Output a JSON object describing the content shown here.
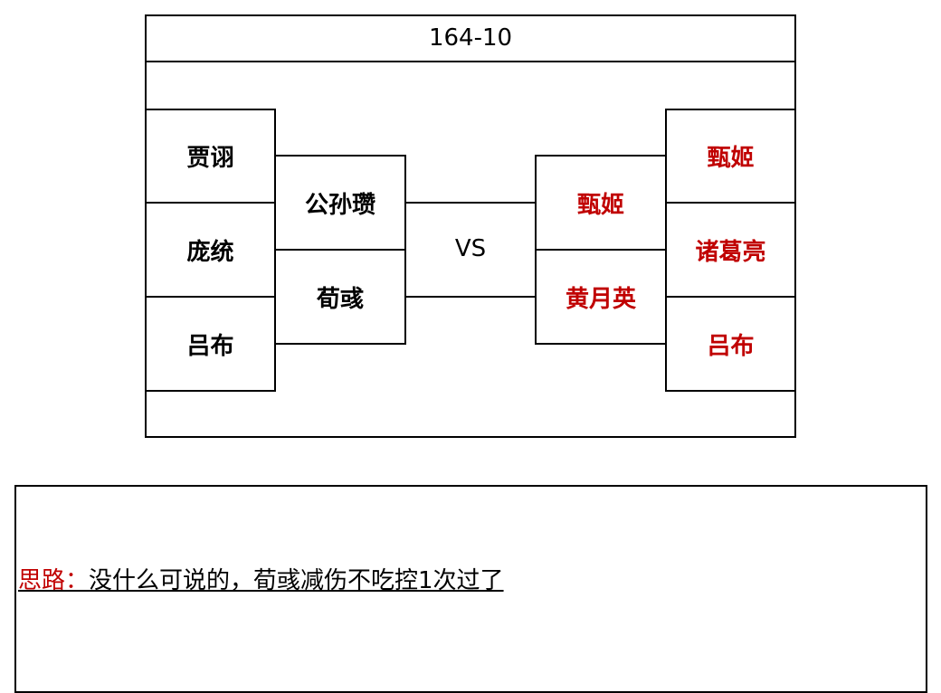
{
  "diagram": {
    "title": "164-10",
    "left_outer": [
      "贾诩",
      "庞统",
      "吕布"
    ],
    "left_inner": [
      "公孙瓒",
      "荀彧"
    ],
    "vs": "VS",
    "right_inner": [
      "甄姬",
      "黄月英"
    ],
    "right_outer": [
      "甄姬",
      "诸葛亮",
      "吕布"
    ]
  },
  "notes": {
    "label": "思路：",
    "text": "没什么可说的，荀彧减伤不吃控1次过了"
  },
  "colors": {
    "right_team": "#c00000",
    "note_label": "#c00000"
  }
}
